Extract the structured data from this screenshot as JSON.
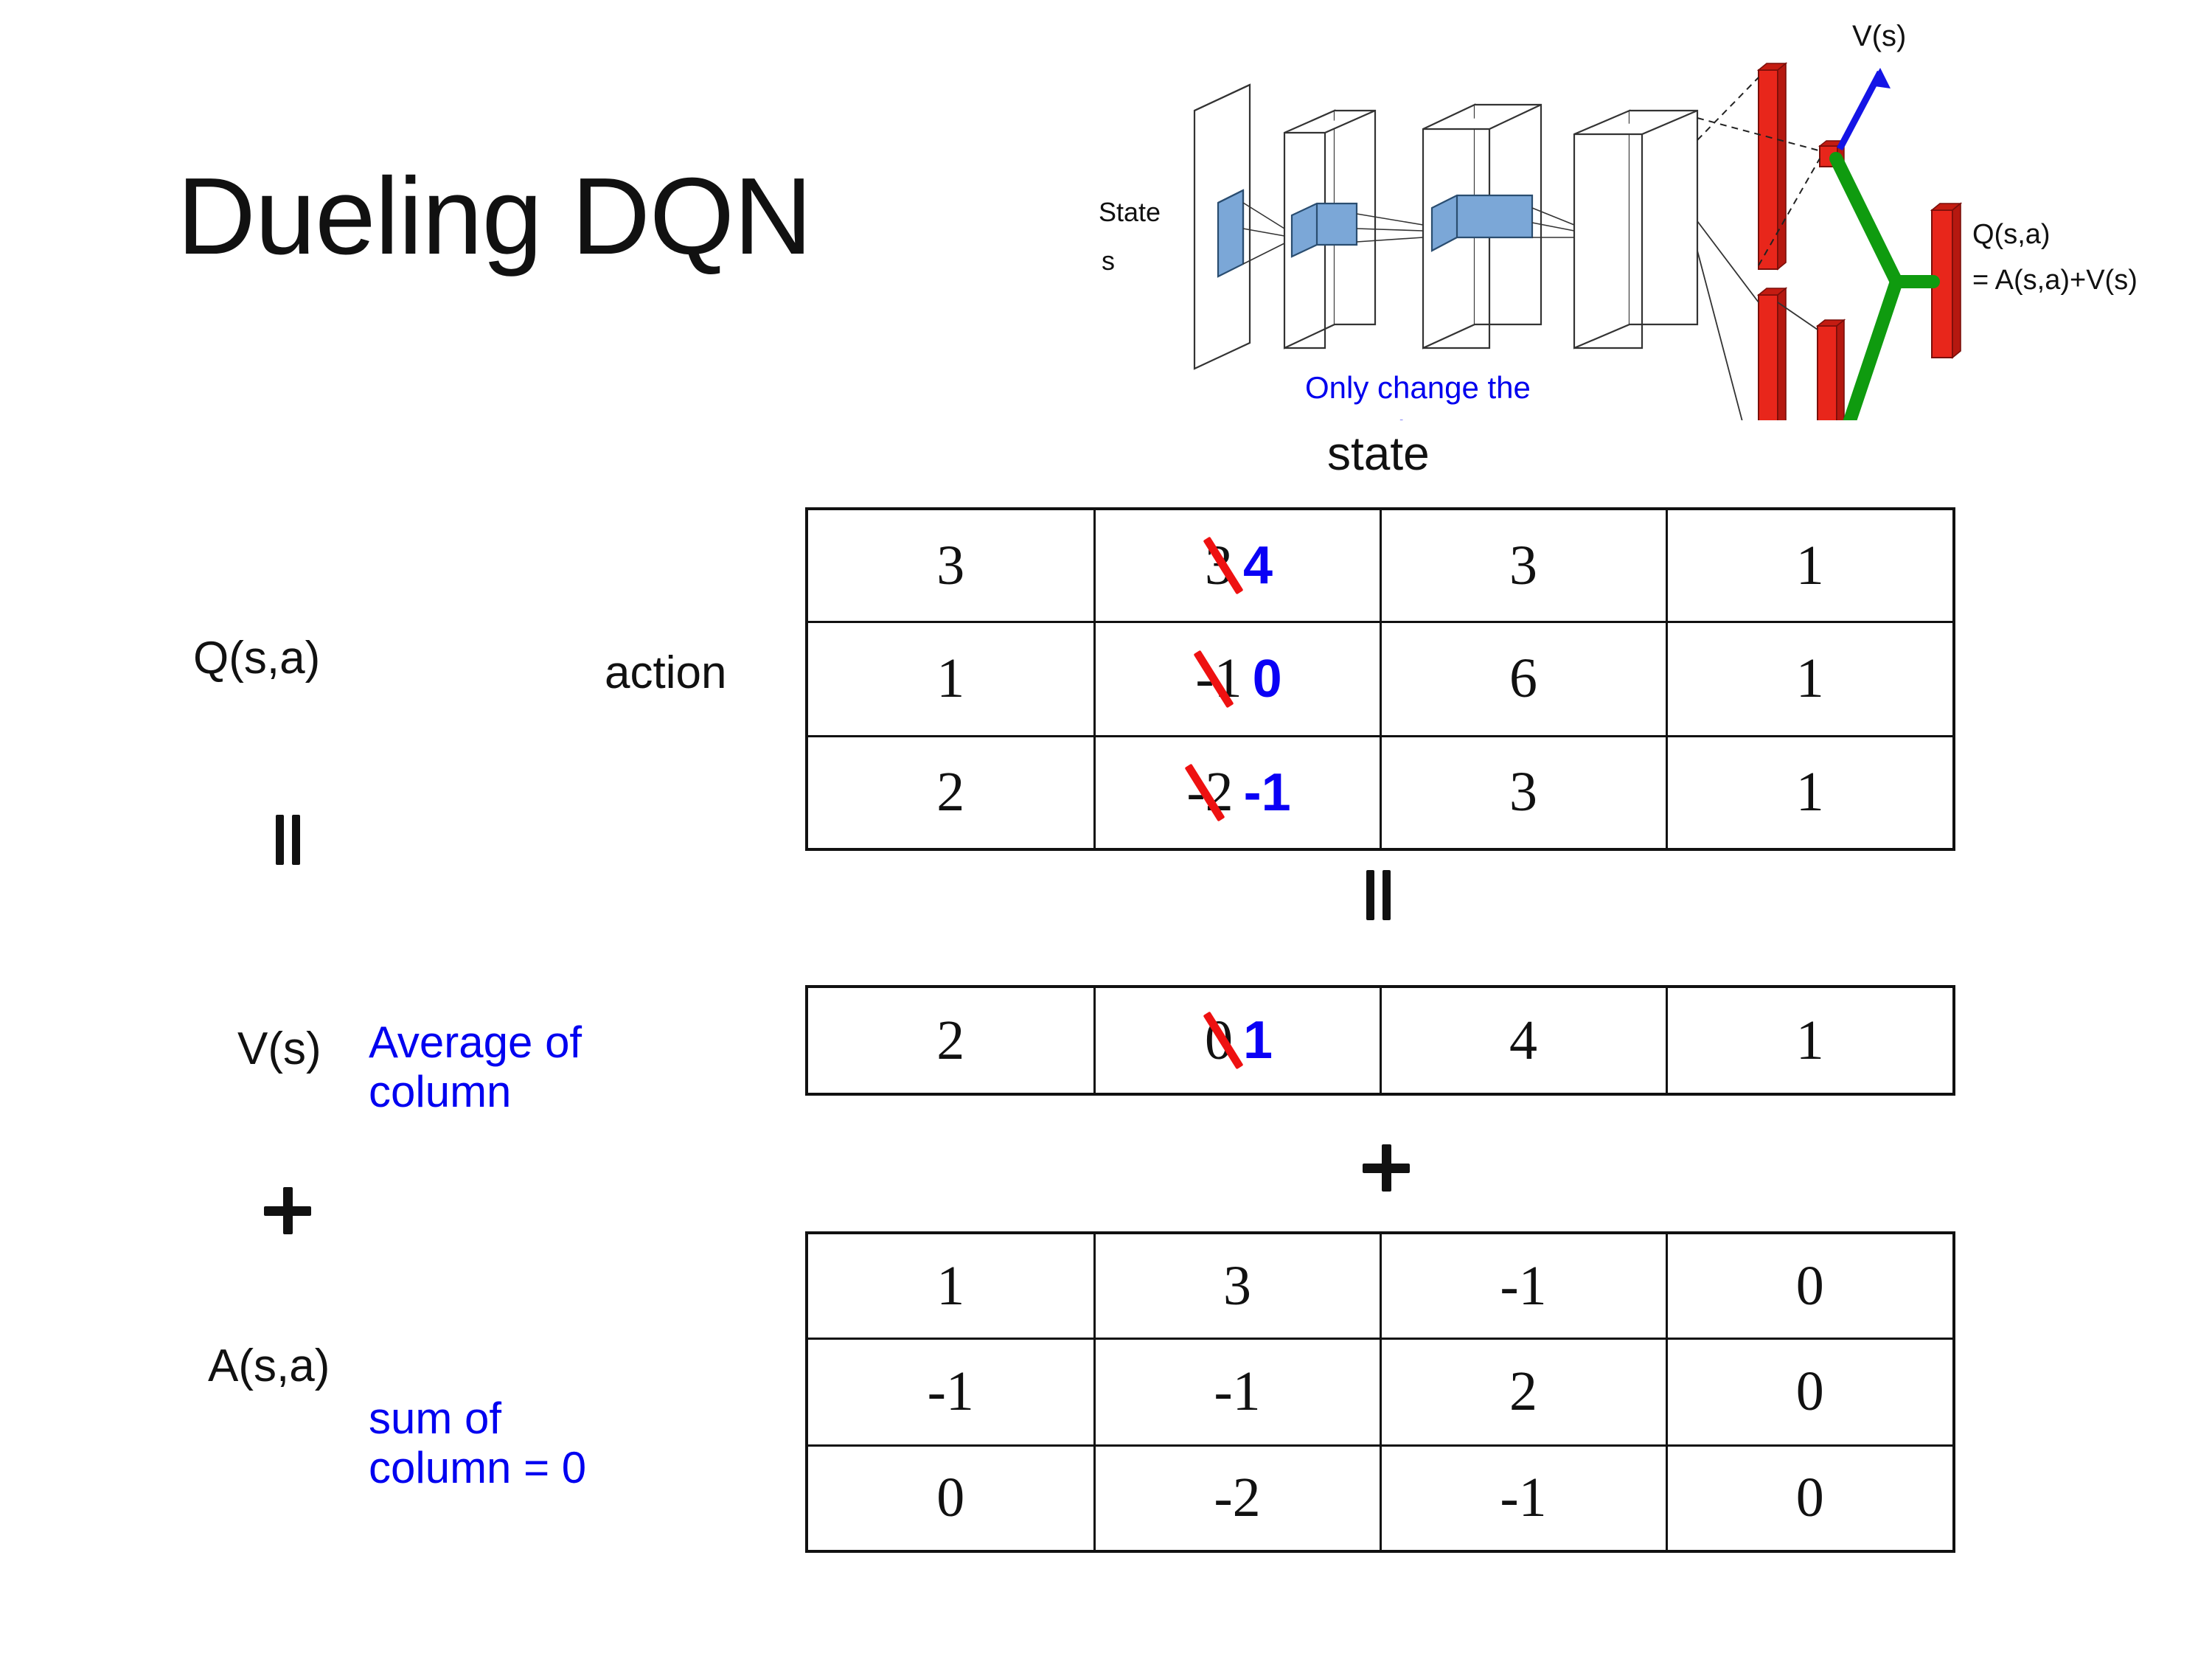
{
  "slide": {
    "title": "Dueling DQN"
  },
  "figure": {
    "caption_blue": "Only change the\nnetwork structure",
    "input_label_line1": "State",
    "input_label_line2": "s",
    "value_stream_label": "V(s)",
    "advantage_stream_label": "A(s,a)",
    "output_label_line1": "Q(s,a)",
    "output_label_line2": "= A(s,a)+V(s)",
    "colors": {
      "fc_block": "#e8261b",
      "conv_block": "#6fa8dc",
      "merge_arm": "#0f9b0f",
      "value_arrow": "#1414e6",
      "annotation_text": "#0000ee"
    }
  },
  "axes": {
    "state_header": "state",
    "action_label": "action"
  },
  "labels": {
    "q": "Q(s,a)",
    "v": "V(s)",
    "a": "A(s,a)",
    "equals": "=",
    "plus": "+"
  },
  "notes": {
    "average_of_column": "Average of\ncolumn",
    "sum_of_column": "sum of\ncolumn = 0",
    "color": "#0000f0"
  },
  "chart_data": {
    "type": "table",
    "title": "Dueling DQN decomposition Q(s,a) = V(s) + A(s,a)",
    "xlabel": "state",
    "ylabel": "action",
    "correction_color": "#0a00f5",
    "strikeout_color": "#ee1111",
    "tables": [
      {
        "name": "Q(s,a)",
        "rows": 3,
        "cols": 4,
        "values": [
          [
            "3",
            "3",
            "3",
            "1"
          ],
          [
            "1",
            "-1",
            "6",
            "1"
          ],
          [
            "2",
            "-2",
            "3",
            "1"
          ]
        ],
        "corrections": [
          {
            "row": 0,
            "col": 1,
            "old": "3",
            "new": "4"
          },
          {
            "row": 1,
            "col": 1,
            "old": "-1",
            "new": "0"
          },
          {
            "row": 2,
            "col": 1,
            "old": "-2",
            "new": "-1"
          }
        ]
      },
      {
        "name": "V(s)",
        "rows": 1,
        "cols": 4,
        "values": [
          [
            "2",
            "0",
            "4",
            "1"
          ]
        ],
        "corrections": [
          {
            "row": 0,
            "col": 1,
            "old": "0",
            "new": "1"
          }
        ]
      },
      {
        "name": "A(s,a)",
        "rows": 3,
        "cols": 4,
        "values": [
          [
            "1",
            "3",
            "-1",
            "0"
          ],
          [
            "-1",
            "-1",
            "2",
            "0"
          ],
          [
            "0",
            "-2",
            "-1",
            "0"
          ]
        ],
        "corrections": []
      }
    ]
  }
}
